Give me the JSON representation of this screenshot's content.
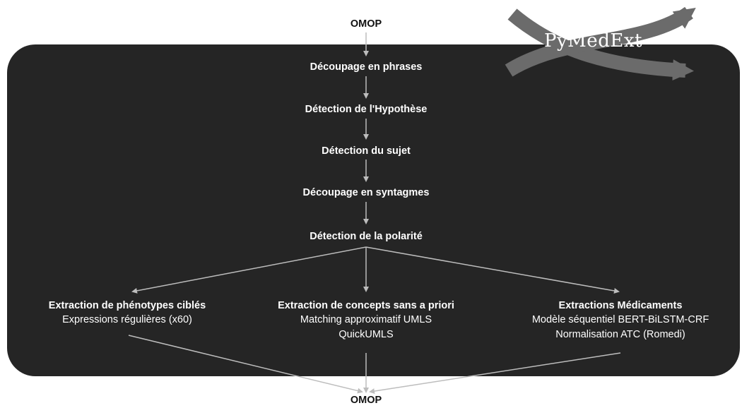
{
  "logo": {
    "text": "PyMedExt"
  },
  "source": "OMOP",
  "steps": [
    "Découpage en phrases",
    "Détection de l'Hypothèse",
    "Détection du sujet",
    "Découpage en syntagmes",
    "Détection de la polarité"
  ],
  "branches": [
    {
      "title": "Extraction de phénotypes ciblés",
      "lines": [
        "Expressions régulières (x60)"
      ]
    },
    {
      "title": "Extraction de concepts sans a priori",
      "lines": [
        "Matching approximatif UMLS",
        "QuickUMLS"
      ]
    },
    {
      "title": "Extractions Médicaments",
      "lines": [
        "Modèle séquentiel BERT-BiLSTM-CRF",
        "Normalisation ATC (Romedi)"
      ]
    }
  ],
  "sink": "OMOP",
  "colors": {
    "panel": "#252525",
    "arrow": "#bdbdbd",
    "logo_arrow": "#6b6b6b"
  }
}
